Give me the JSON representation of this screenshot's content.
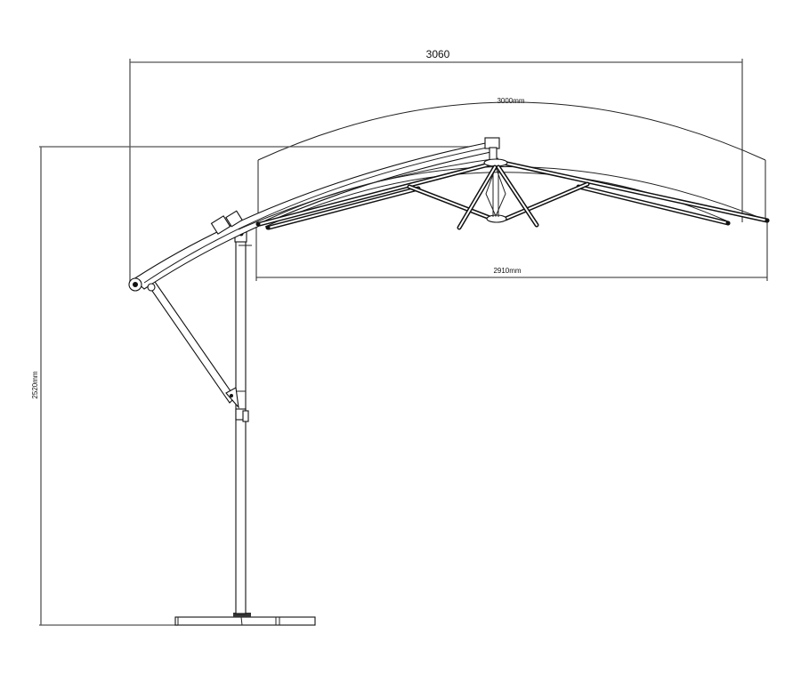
{
  "drawing": {
    "subject": "Cantilever parasol side elevation",
    "dimensions": {
      "overall_width": "3060",
      "canopy_arc": "3000mm",
      "canopy_span": "2910mm",
      "overall_height": "2520mm"
    }
  }
}
